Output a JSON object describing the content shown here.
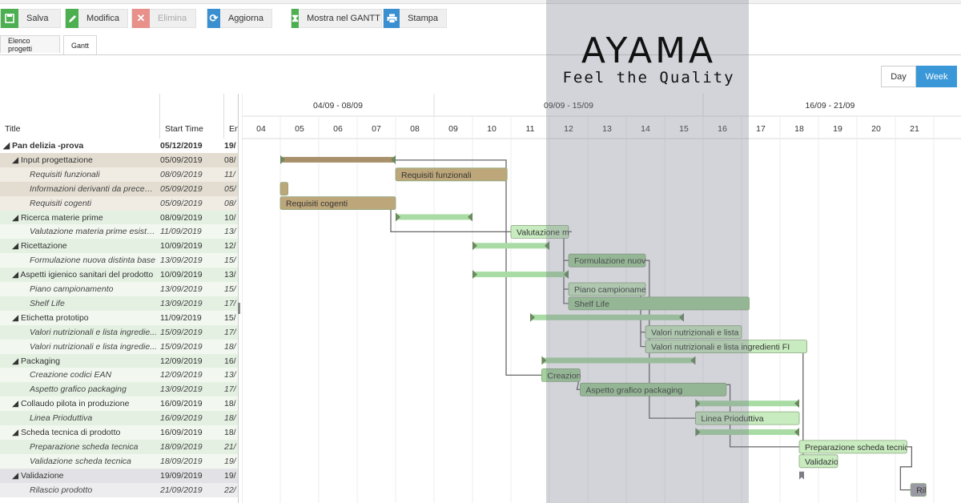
{
  "toolbar": {
    "save": {
      "label": "Salva",
      "icon": "save-icon",
      "color": "#4caf50"
    },
    "edit": {
      "label": "Modifica",
      "icon": "pencil-icon",
      "color": "#4caf50"
    },
    "delete": {
      "label": "Elimina",
      "icon": "close-icon",
      "color": "#e8908a"
    },
    "refresh": {
      "label": "Aggiorna",
      "icon": "refresh-icon",
      "color": "#3a8fd0"
    },
    "gantt": {
      "label": "Mostra nel GANTT",
      "icon": "hourglass-icon",
      "color": "#4caf50"
    },
    "print": {
      "label": "Stampa",
      "icon": "print-icon",
      "color": "#3a8fd0"
    }
  },
  "tabs": [
    {
      "label": "Elenco progetti",
      "active": false
    },
    {
      "label": "Gantt",
      "active": true
    }
  ],
  "view": {
    "day": "Day",
    "week": "Week",
    "selected": "Week"
  },
  "logo": {
    "brand": "AYAMA",
    "tagline": "Feel the Quality"
  },
  "grid": {
    "columns": [
      "Title",
      "Start Time",
      "En"
    ],
    "rows": [
      {
        "title": "◢ Pan delizia -prova",
        "start": "05/12/2019",
        "end": "19/",
        "kind": "project",
        "bg": "#ffffff"
      },
      {
        "title": "◢ Input progettazione",
        "start": "05/09/2019",
        "end": "08/",
        "kind": "summary",
        "bg": "#e3ddd1"
      },
      {
        "title": "Requisiti funzionali",
        "start": "08/09/2019",
        "end": "11/",
        "kind": "task",
        "bg": "#f0ece4"
      },
      {
        "title": "Informazioni derivanti da precede...",
        "start": "05/09/2019",
        "end": "05/",
        "kind": "task",
        "bg": "#e3ddd1"
      },
      {
        "title": "Requisiti cogenti",
        "start": "05/09/2019",
        "end": "08/",
        "kind": "task",
        "bg": "#f0ece4"
      },
      {
        "title": "◢ Ricerca materie prime",
        "start": "08/09/2019",
        "end": "10/",
        "kind": "summary",
        "bg": "#e4f1e2"
      },
      {
        "title": "Valutazione materia prime esistenti",
        "start": "11/09/2019",
        "end": "13/",
        "kind": "task",
        "bg": "#f2f8f0"
      },
      {
        "title": "◢ Ricettazione",
        "start": "10/09/2019",
        "end": "12/",
        "kind": "summary",
        "bg": "#e4f1e2"
      },
      {
        "title": "Formulazione nuova distinta base",
        "start": "13/09/2019",
        "end": "15/",
        "kind": "task",
        "bg": "#f2f8f0"
      },
      {
        "title": "◢ Aspetti igienico sanitari del prodotto",
        "start": "10/09/2019",
        "end": "13/",
        "kind": "summary",
        "bg": "#e4f1e2"
      },
      {
        "title": "Piano campionamento",
        "start": "13/09/2019",
        "end": "15/",
        "kind": "task",
        "bg": "#f2f8f0"
      },
      {
        "title": "Shelf Life",
        "start": "13/09/2019",
        "end": "17/",
        "kind": "task",
        "bg": "#e4f1e2"
      },
      {
        "title": "◢ Etichetta prototipo",
        "start": "11/09/2019",
        "end": "15/",
        "kind": "summary",
        "bg": "#f2f8f0"
      },
      {
        "title": "Valori nutrizionali e lista ingredie...",
        "start": "15/09/2019",
        "end": "17/",
        "kind": "task",
        "bg": "#e4f1e2"
      },
      {
        "title": "Valori nutrizionali e lista ingredie...",
        "start": "15/09/2019",
        "end": "18/",
        "kind": "task",
        "bg": "#f2f8f0"
      },
      {
        "title": "◢ Packaging",
        "start": "12/09/2019",
        "end": "16/",
        "kind": "summary",
        "bg": "#e4f1e2"
      },
      {
        "title": "Creazione codici EAN",
        "start": "12/09/2019",
        "end": "13/",
        "kind": "task",
        "bg": "#f2f8f0"
      },
      {
        "title": "Aspetto grafico packaging",
        "start": "13/09/2019",
        "end": "17/",
        "kind": "task",
        "bg": "#e4f1e2"
      },
      {
        "title": "◢ Collaudo pilota in produzione",
        "start": "16/09/2019",
        "end": "18/",
        "kind": "summary",
        "bg": "#f2f8f0"
      },
      {
        "title": "Linea Prioduttiva",
        "start": "16/09/2019",
        "end": "18/",
        "kind": "task",
        "bg": "#e4f1e2"
      },
      {
        "title": "◢ Scheda tecnica di prodotto",
        "start": "16/09/2019",
        "end": "18/",
        "kind": "summary",
        "bg": "#f2f8f0"
      },
      {
        "title": "Preparazione scheda tecnica",
        "start": "18/09/2019",
        "end": "21/",
        "kind": "task",
        "bg": "#e4f1e2"
      },
      {
        "title": "Validazione scheda tecnica",
        "start": "18/09/2019",
        "end": "19/",
        "kind": "task",
        "bg": "#f2f8f0"
      },
      {
        "title": "◢ Validazione",
        "start": "19/09/2019",
        "end": "19/",
        "kind": "summary",
        "bg": "#e2e2e6"
      },
      {
        "title": "Rilascio prodotto",
        "start": "21/09/2019",
        "end": "22/",
        "kind": "task",
        "bg": "#ededf0"
      }
    ]
  },
  "timeline": {
    "weeks": [
      "04/09 - 08/09",
      "09/09 - 15/09",
      "16/09 - 21/09"
    ],
    "days": [
      "04",
      "05",
      "06",
      "07",
      "08",
      "09",
      "10",
      "11",
      "12",
      "13",
      "14",
      "15",
      "16",
      "17",
      "18",
      "19",
      "20",
      "21"
    ],
    "bars": [
      {
        "row": 1,
        "start": 5,
        "end": 8,
        "type": "summary",
        "color": "#a8906a",
        "label": ""
      },
      {
        "row": 2,
        "start": 8,
        "end": 10.9,
        "type": "task",
        "color": "#bda77a",
        "label": "Requisiti funzionali"
      },
      {
        "row": 3,
        "start": 5,
        "end": 5.2,
        "type": "task",
        "color": "#bda77a",
        "label": ""
      },
      {
        "row": 4,
        "start": 5,
        "end": 8,
        "type": "task",
        "color": "#bda77a",
        "label": "Requisiti cogenti"
      },
      {
        "row": 5,
        "start": 8,
        "end": 10,
        "type": "summary",
        "color": "#a9dca4",
        "label": ""
      },
      {
        "row": 6,
        "start": 11,
        "end": 12.5,
        "type": "task",
        "color": "#c8ecbf",
        "label": "Valutazione materie prime esistenti"
      },
      {
        "row": 7,
        "start": 10,
        "end": 12,
        "type": "summary",
        "color": "#a9dca4",
        "label": ""
      },
      {
        "row": 8,
        "start": 12.5,
        "end": 14.5,
        "type": "task",
        "color": "#a3d39a",
        "label": "Formulazione nuova distinta base"
      },
      {
        "row": 9,
        "start": 10,
        "end": 12.5,
        "type": "summary",
        "color": "#a9dca4",
        "label": ""
      },
      {
        "row": 10,
        "start": 12.5,
        "end": 14.5,
        "type": "task",
        "color": "#c8ecbf",
        "label": "Piano campionamento"
      },
      {
        "row": 11,
        "start": 12.5,
        "end": 17.2,
        "type": "task",
        "color": "#a3d39a",
        "label": "Shelf Life"
      },
      {
        "row": 12,
        "start": 11.5,
        "end": 15.5,
        "type": "summary",
        "color": "#a9dca4",
        "label": ""
      },
      {
        "row": 13,
        "start": 14.5,
        "end": 17,
        "type": "task",
        "color": "#c8ecbf",
        "label": "Valori nutrizionali e lista ingredienti"
      },
      {
        "row": 14,
        "start": 14.5,
        "end": 18.7,
        "type": "task",
        "color": "#c8ecbf",
        "label": "Valori nutrizionali e lista ingredienti FI"
      },
      {
        "row": 15,
        "start": 11.8,
        "end": 15.8,
        "type": "summary",
        "color": "#a9dca4",
        "label": ""
      },
      {
        "row": 16,
        "start": 11.8,
        "end": 12.8,
        "type": "task",
        "color": "#a3d39a",
        "label": "Creazione codici EAN"
      },
      {
        "row": 17,
        "start": 12.8,
        "end": 16.6,
        "type": "task",
        "color": "#a3d39a",
        "label": "Aspetto grafico packaging"
      },
      {
        "row": 18,
        "start": 15.8,
        "end": 18.5,
        "type": "summary",
        "color": "#a9dca4",
        "label": ""
      },
      {
        "row": 19,
        "start": 15.8,
        "end": 18.5,
        "type": "task",
        "color": "#c8ecbf",
        "label": "Linea Prioduttiva"
      },
      {
        "row": 20,
        "start": 15.8,
        "end": 18.5,
        "type": "summary",
        "color": "#a9dca4",
        "label": ""
      },
      {
        "row": 21,
        "start": 18.5,
        "end": 21.3,
        "type": "task",
        "color": "#c8ecbf",
        "label": "Preparazione scheda tecnica"
      },
      {
        "row": 22,
        "start": 18.5,
        "end": 19.5,
        "type": "task",
        "color": "#c8ecbf",
        "label": "Validazione scheda tecnica"
      },
      {
        "row": 23,
        "start": 18.5,
        "end": 18.6,
        "type": "milestone",
        "color": "#7d7d86",
        "label": ""
      },
      {
        "row": 24,
        "start": 21.4,
        "end": 21.8,
        "type": "task",
        "color": "#9a9aa4",
        "label": "Rilascio prodotto"
      }
    ]
  }
}
